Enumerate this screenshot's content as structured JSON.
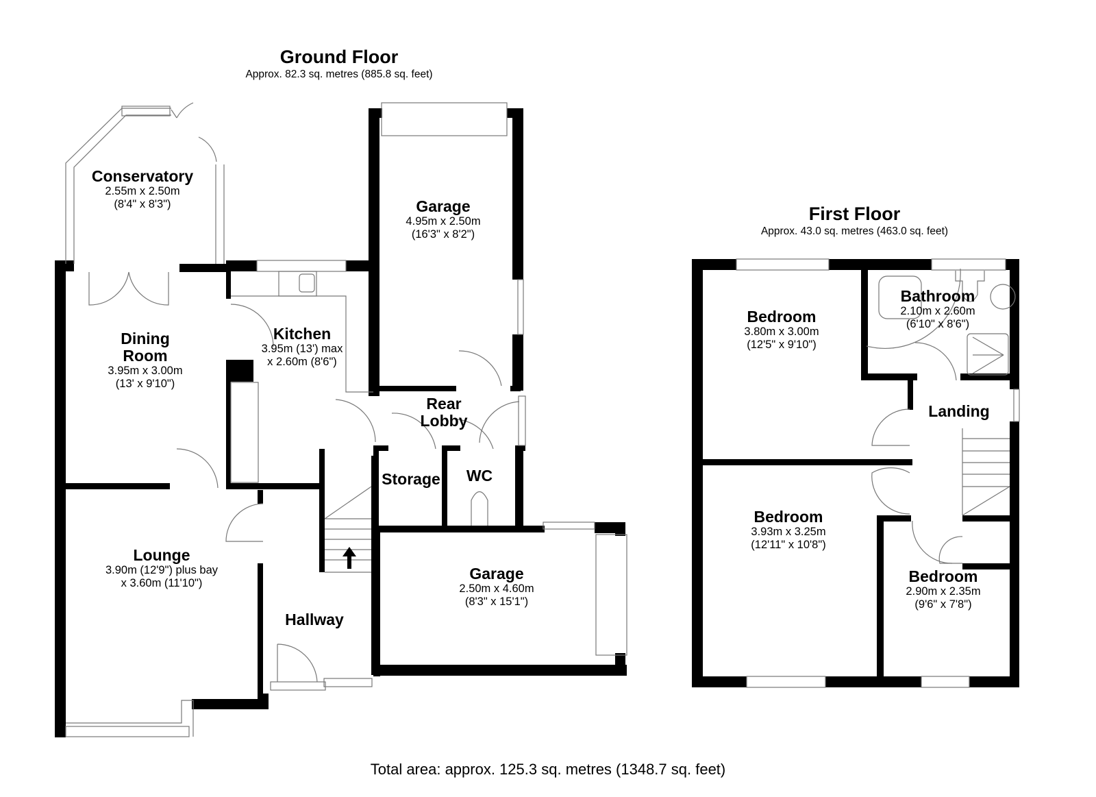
{
  "ground_floor": {
    "title": "Ground Floor",
    "area": "Approx. 82.3 sq. metres (885.8 sq. feet)",
    "rooms": [
      {
        "name": "Conservatory",
        "dim1": "2.55m x 2.50m",
        "dim2": "(8'4\" x 8'3\")"
      },
      {
        "name": "Garage",
        "dim1": "4.95m x 2.50m",
        "dim2": "(16'3\" x 8'2\")"
      },
      {
        "name": "Dining",
        "name2": "Room",
        "dim1": "3.95m x 3.00m",
        "dim2": "(13' x 9'10\")"
      },
      {
        "name": "Kitchen",
        "dim1": "3.95m (13') max",
        "dim2": "x 2.60m (8'6\")"
      },
      {
        "name": "Rear",
        "name2": "Lobby"
      },
      {
        "name": "Storage"
      },
      {
        "name": "WC"
      },
      {
        "name": "Lounge",
        "dim1": "3.90m (12'9\") plus bay",
        "dim2": "x 3.60m (11'10\")"
      },
      {
        "name": "Hallway"
      },
      {
        "name": "Garage",
        "dim1": "2.50m x 4.60m",
        "dim2": "(8'3\" x 15'1\")"
      }
    ]
  },
  "first_floor": {
    "title": "First Floor",
    "area": "Approx. 43.0 sq. metres (463.0 sq. feet)",
    "rooms": [
      {
        "name": "Bedroom",
        "dim1": "3.80m x 3.00m",
        "dim2": "(12'5\" x 9'10\")"
      },
      {
        "name": "Bathroom",
        "dim1": "2.10m x 2.60m",
        "dim2": "(6'10\" x 8'6\")"
      },
      {
        "name": "Landing"
      },
      {
        "name": "Bedroom",
        "dim1": "3.93m x 3.25m",
        "dim2": "(12'11\" x 10'8\")"
      },
      {
        "name": "Bedroom",
        "dim1": "2.90m x 2.35m",
        "dim2": "(9'6\" x 7'8\")"
      }
    ]
  },
  "total_area": "Total area: approx. 125.3 sq. metres (1348.7 sq. feet)",
  "colors": {
    "wall": "#000000",
    "fixture_line": "#777777",
    "background": "#ffffff"
  }
}
